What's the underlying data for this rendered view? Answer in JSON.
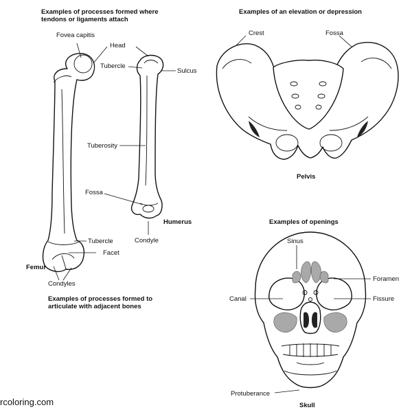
{
  "headings": {
    "tendons": "Examples of processes formed where\ntendons or ligaments attach",
    "elevation": "Examples of an elevation or depression",
    "articulate": "Examples of processes formed to\narticulate with adjacent bones",
    "openings": "Examples of openings"
  },
  "labels": {
    "fovea_capitis": "Fovea capitis",
    "head": "Head",
    "tubercle_top": "Tubercle",
    "sulcus": "Sulcus",
    "tuberosity": "Tuberosity",
    "fossa_humerus": "Fossa",
    "humerus": "Humerus",
    "condyle": "Condyle",
    "tubercle_femur": "Tubercle",
    "facet": "Facet",
    "femur": "Femur",
    "condyles": "Condyles",
    "crest": "Crest",
    "fossa_pelvis": "Fossa",
    "pelvis": "Pelvis",
    "sinus": "Sinus",
    "foramen": "Foramen",
    "canal": "Canal",
    "fissure": "Fissure",
    "protuberance": "Protuberance",
    "skull": "Skull"
  },
  "footer": "rcoloring.com",
  "colors": {
    "line": "#111111",
    "sinus_shade": "#a9a9a9"
  }
}
